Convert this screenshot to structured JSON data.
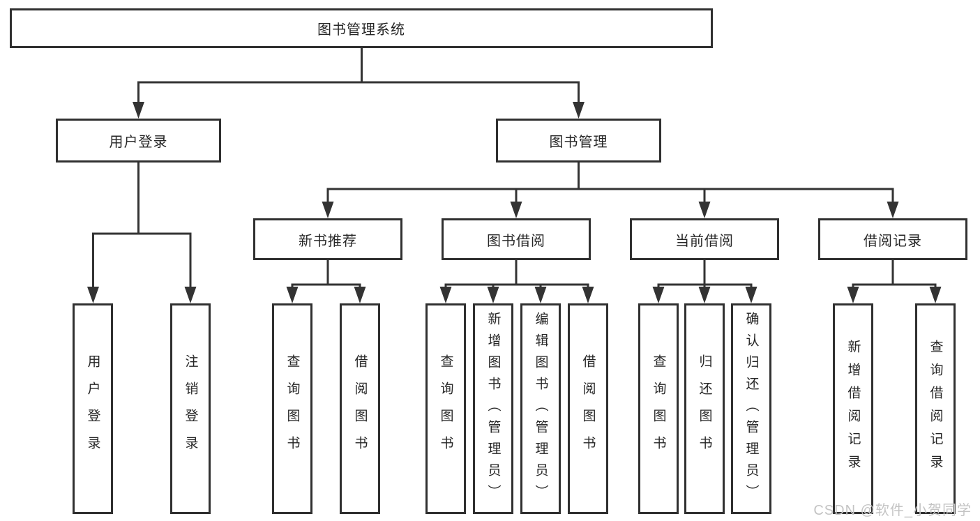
{
  "diagram": {
    "title_note": "library management system feature hierarchy",
    "root": {
      "label": "图书管理系统"
    },
    "level2": [
      {
        "id": "user-login",
        "label": "用户登录"
      },
      {
        "id": "book-management",
        "label": "图书管理"
      }
    ],
    "level3": [
      {
        "id": "new-book-recommend",
        "label": "新书推荐"
      },
      {
        "id": "book-borrow",
        "label": "图书借阅"
      },
      {
        "id": "current-borrow",
        "label": "当前借阅"
      },
      {
        "id": "borrow-records",
        "label": "借阅记录"
      }
    ],
    "leaves": [
      {
        "group": "用户登录",
        "label": "用户登录"
      },
      {
        "group": "用户登录",
        "label": "注销登录"
      },
      {
        "group": "新书推荐",
        "label": "查询图书"
      },
      {
        "group": "新书推荐",
        "label": "借阅图书"
      },
      {
        "group": "图书借阅",
        "label": "查询图书"
      },
      {
        "group": "图书借阅",
        "label": "新增图书（管理员）"
      },
      {
        "group": "图书借阅",
        "label": "编辑图书（管理员）"
      },
      {
        "group": "图书借阅",
        "label": "借阅图书"
      },
      {
        "group": "当前借阅",
        "label": "查询图书"
      },
      {
        "group": "当前借阅",
        "label": "归还图书"
      },
      {
        "group": "当前借阅",
        "label": "确认归还（管理员）"
      },
      {
        "group": "借阅记录",
        "label": "新增借阅记录"
      },
      {
        "group": "借阅记录",
        "label": "查询借阅记录"
      }
    ]
  },
  "watermark": {
    "text": "CSDN @软件_小贺同学"
  },
  "colors": {
    "line": "#333333",
    "box_border": "#303030",
    "box_fill": "#ffffff",
    "text": "#262626",
    "watermark": "#c4c4c4",
    "background": "#ffffff"
  }
}
